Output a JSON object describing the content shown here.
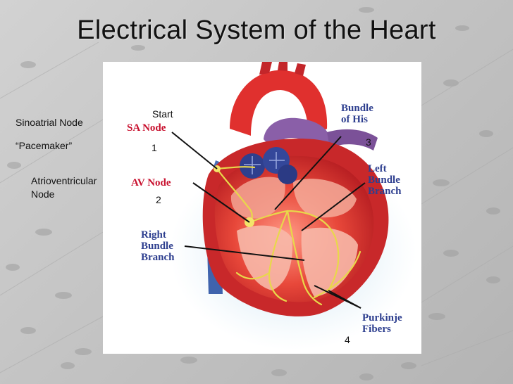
{
  "title": "Electrical System of the Heart",
  "left_labels": {
    "sinoatrial": "Sinoatrial Node",
    "pacemaker": "“Pacemaker”",
    "av_line1": "Atrioventricular",
    "av_line2": "Node"
  },
  "markers": {
    "start": "Start",
    "n1": "1",
    "n2": "2",
    "n3": "3",
    "n4": "4"
  },
  "diagram_labels": {
    "sa_node": "SA Node",
    "av_node": "AV Node",
    "rbb_1": "Right",
    "rbb_2": "Bundle",
    "rbb_3": "Branch",
    "his_1": "Bundle",
    "his_2": "of His",
    "lbb_1": "Left",
    "lbb_2": "Bundle",
    "lbb_3": "Branch",
    "purk_1": "Purkinje",
    "purk_2": "Fibers"
  },
  "colors": {
    "node_label": "#c8102e",
    "branch_label": "#2e3f8f",
    "conduction": "#e8d84a"
  }
}
